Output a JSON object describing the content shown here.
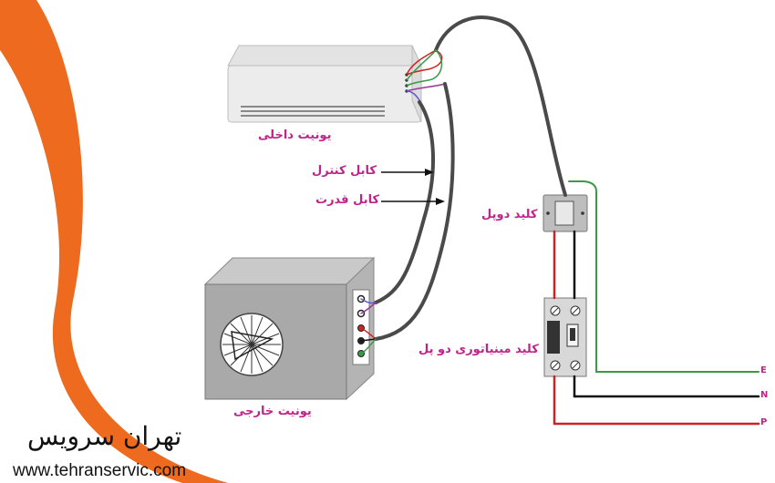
{
  "labels": {
    "indoor_unit": "یونیت داخلی",
    "outdoor_unit": "یونیت خارجی",
    "control_cable": "کابل کنترل",
    "power_cable": "کابل قدرت",
    "double_switch": "کلید دوپل",
    "mcb_switch": "کلید مینیاتوری دو پل"
  },
  "terminals": {
    "earth": "E",
    "neutral": "N",
    "phase": "P"
  },
  "brand": {
    "name": "تهران سرویس",
    "url": "www.tehranservic.com"
  },
  "colors": {
    "accent_orange": "#ee6a1f",
    "label_magenta": "#c0238a",
    "wire_red": "#cc2222",
    "wire_black": "#111111",
    "wire_green": "#3a9a4a",
    "cable_gray": "#4a4a4a",
    "wire_blue": "#5a5ad0",
    "wire_purple": "#9a3a9a"
  }
}
